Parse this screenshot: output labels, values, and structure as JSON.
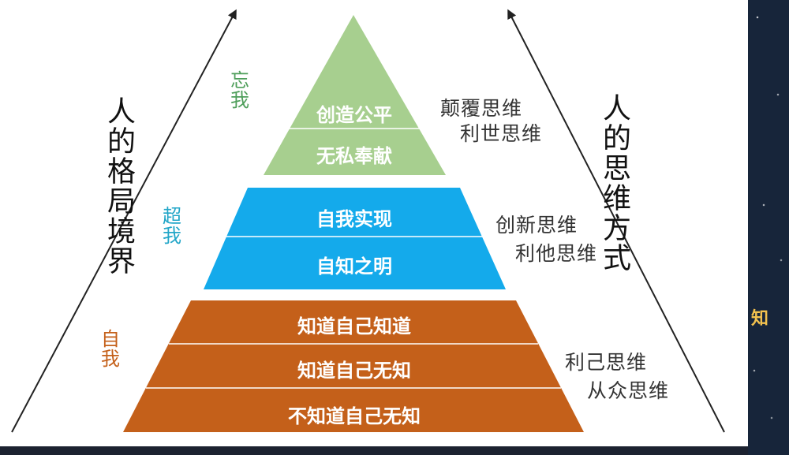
{
  "diagram": {
    "left_axis_title": "人的格局境界",
    "right_axis_title": "人的思维方式",
    "colors": {
      "top": "#a7cf8f",
      "middle": "#14aaeb",
      "bottom": "#c4601a",
      "green_label": "#4e9e5a",
      "blue_label": "#22a6c8",
      "orange_label": "#c4601a"
    },
    "stages": [
      {
        "key": "top",
        "stage_label": "忘我",
        "levels": [
          "创造公平",
          "无私奉献"
        ],
        "thinking": [
          "颠覆思维",
          "利世思维"
        ]
      },
      {
        "key": "middle",
        "stage_label": "超我",
        "levels": [
          "自我实现",
          "自知之明"
        ],
        "thinking": [
          "创新思维",
          "利他思维"
        ]
      },
      {
        "key": "bottom",
        "stage_label": "自我",
        "levels": [
          "知道自己知道",
          "知道自己无知",
          "不知道自己无知"
        ],
        "thinking": [
          "利己思维",
          "从众思维"
        ]
      }
    ]
  },
  "side_panel_char": "知"
}
